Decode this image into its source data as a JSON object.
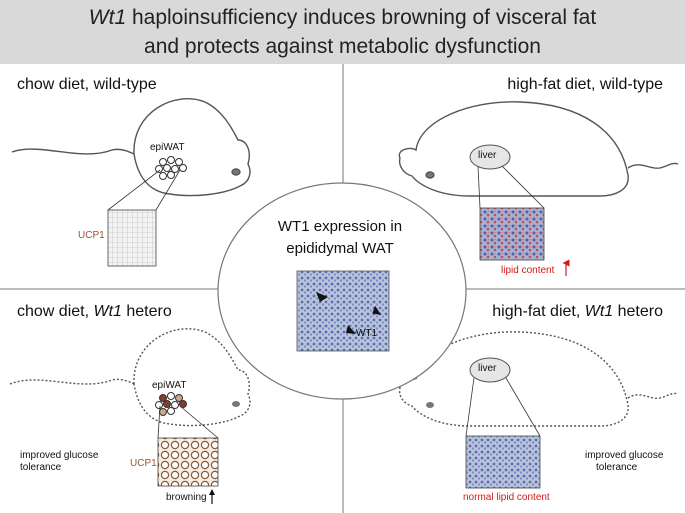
{
  "title": {
    "line1_italic": "Wt1",
    "line1_rest": " haploinsufficiency induces browning of visceral fat",
    "line2": "and protects against metabolic dysfunction"
  },
  "quadrants": {
    "top_left": {
      "label": "chow diet, wild-type",
      "organ_label": "epiWAT",
      "stain_label": "UCP1"
    },
    "top_right": {
      "label": "high-fat diet, wild-type",
      "organ_label": "liver",
      "outcome": "lipid content"
    },
    "bottom_left": {
      "label_prefix": "chow diet, ",
      "label_italic": "Wt1",
      "label_suffix": " hetero",
      "organ_label": "epiWAT",
      "stain_label": "UCP1",
      "outcome": "browning",
      "side_note_line1": "improved glucose",
      "side_note_line2": "tolerance"
    },
    "bottom_right": {
      "label_prefix": "high-fat diet, ",
      "label_italic": "Wt1",
      "label_suffix": " hetero",
      "organ_label": "liver",
      "outcome": "normal lipid content",
      "side_note_line1": "improved glucose",
      "side_note_line2": "tolerance"
    }
  },
  "center": {
    "line1": "WT1 expression in",
    "line2": "epididymal WAT",
    "marker_label": "WT1"
  },
  "colors": {
    "header_bg": "#d9d9d9",
    "ucp1_text": "#a0522d",
    "red_text": "#d21a1a",
    "tissue_blue": "#6a80b8",
    "lipid_red": "#c0504d"
  }
}
